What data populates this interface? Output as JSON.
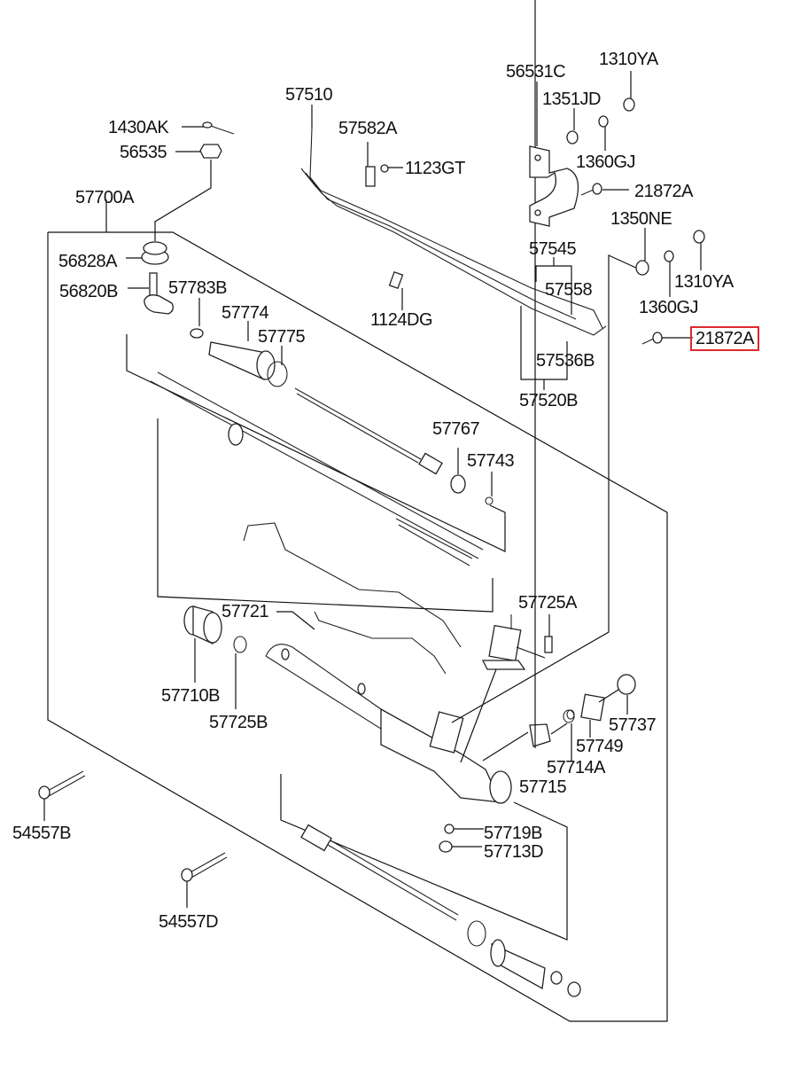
{
  "diagram": {
    "title": "Power steering gear box assembly",
    "highlight_color": "#e0282e",
    "selected_part": "21872A",
    "labels": [
      {
        "id": "1430AK",
        "text": "1430AK"
      },
      {
        "id": "56535",
        "text": "56535"
      },
      {
        "id": "57700A",
        "text": "57700A"
      },
      {
        "id": "56828A",
        "text": "56828A"
      },
      {
        "id": "56820B",
        "text": "56820B"
      },
      {
        "id": "57783B",
        "text": "57783B"
      },
      {
        "id": "57774",
        "text": "57774"
      },
      {
        "id": "57775",
        "text": "57775"
      },
      {
        "id": "57510",
        "text": "57510"
      },
      {
        "id": "57582A",
        "text": "57582A"
      },
      {
        "id": "1123GT",
        "text": "1123GT"
      },
      {
        "id": "1124DG",
        "text": "1124DG"
      },
      {
        "id": "56531C",
        "text": "56531C"
      },
      {
        "id": "1310YA_top",
        "text": "1310YA"
      },
      {
        "id": "1351JD",
        "text": "1351JD"
      },
      {
        "id": "1360GJ_top",
        "text": "1360GJ"
      },
      {
        "id": "21872A_top",
        "text": "21872A"
      },
      {
        "id": "1350NE",
        "text": "1350NE"
      },
      {
        "id": "1310YA_right",
        "text": "1310YA"
      },
      {
        "id": "1360GJ_right",
        "text": "1360GJ"
      },
      {
        "id": "21872A_selected",
        "text": "21872A"
      },
      {
        "id": "57545",
        "text": "57545"
      },
      {
        "id": "57558",
        "text": "57558"
      },
      {
        "id": "57536B",
        "text": "57536B"
      },
      {
        "id": "57520B",
        "text": "57520B"
      },
      {
        "id": "57767",
        "text": "57767"
      },
      {
        "id": "57743",
        "text": "57743"
      },
      {
        "id": "57721",
        "text": "57721"
      },
      {
        "id": "57725A",
        "text": "57725A"
      },
      {
        "id": "57710B",
        "text": "57710B"
      },
      {
        "id": "57725B",
        "text": "57725B"
      },
      {
        "id": "57737",
        "text": "57737"
      },
      {
        "id": "57749",
        "text": "57749"
      },
      {
        "id": "57714A",
        "text": "57714A"
      },
      {
        "id": "57715",
        "text": "57715"
      },
      {
        "id": "54557B",
        "text": "54557B"
      },
      {
        "id": "54557D",
        "text": "54557D"
      },
      {
        "id": "57719B",
        "text": "57719B"
      },
      {
        "id": "57713D",
        "text": "57713D"
      }
    ]
  }
}
